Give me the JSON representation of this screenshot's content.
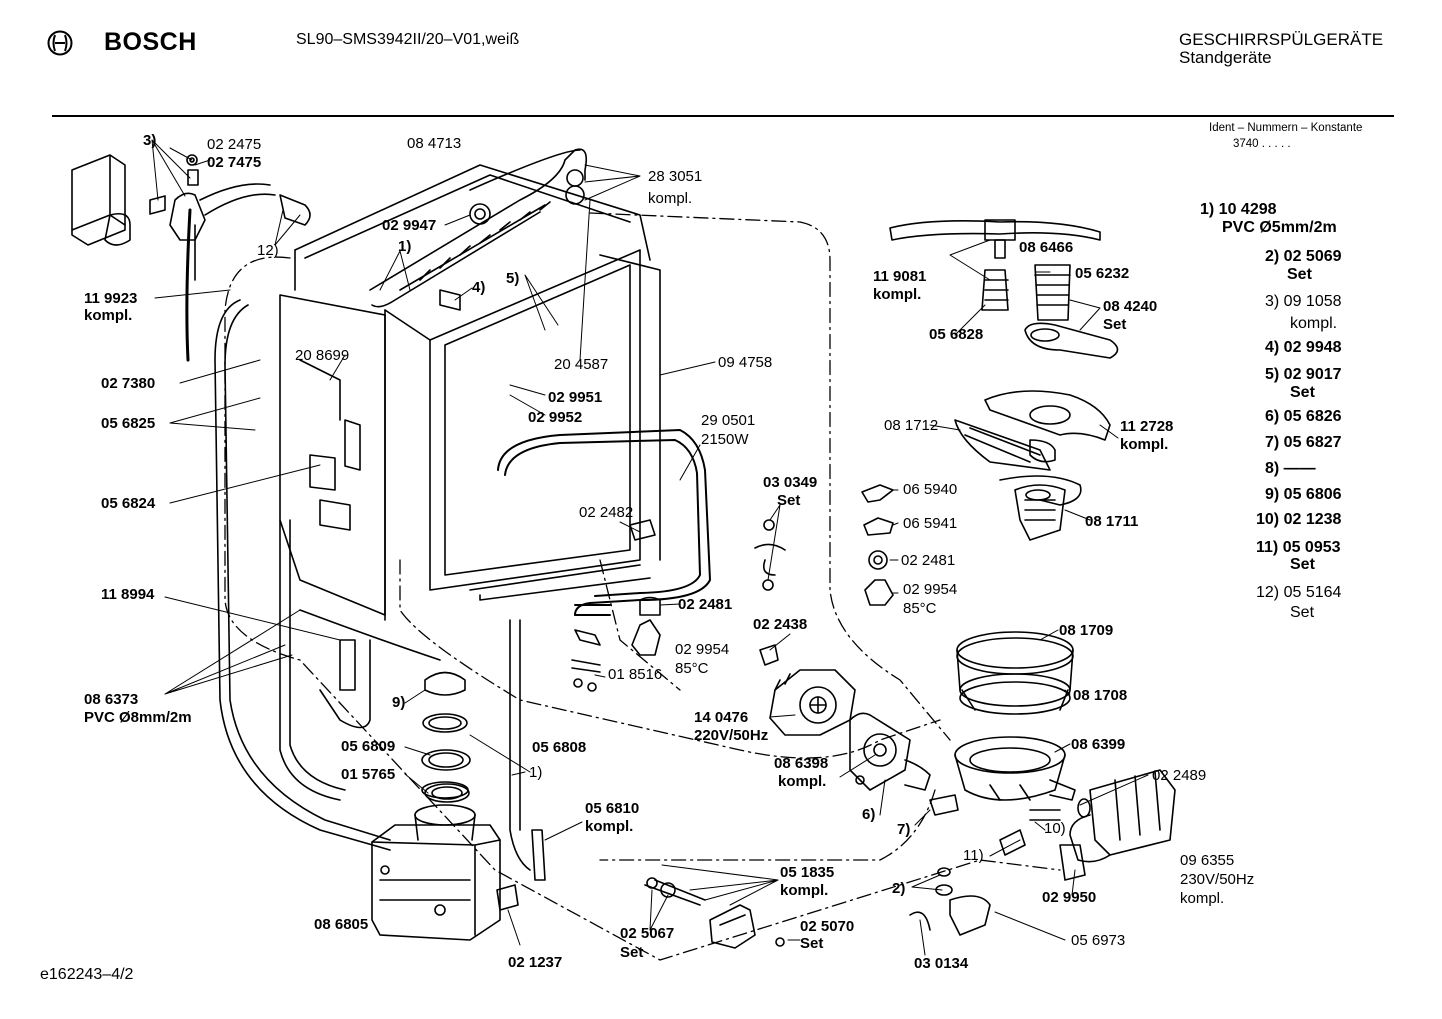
{
  "header": {
    "brand": "BOSCH",
    "model": "SL90–SMS3942II/20–V01,weiß",
    "category_line1": "GESCHIRRSPÜLGERÄTE",
    "category_line2": "Standgeräte",
    "ident_title": "Ident – Nummern – Konstante",
    "ident_value": "3740  .  .   .  .  ."
  },
  "footer": {
    "doc_id": "e162243–4/2"
  },
  "legend": [
    {
      "key": "1)",
      "part": "10 4298",
      "desc": "PVC Ø5mm/2m",
      "bold": true
    },
    {
      "key": "2)",
      "part": "02 5069",
      "desc": "Set",
      "bold": true
    },
    {
      "key": "3)",
      "part": "09 1058",
      "desc": "kompl.",
      "bold": false
    },
    {
      "key": "4)",
      "part": "02 9948",
      "desc": "",
      "bold": true
    },
    {
      "key": "5)",
      "part": "02 9017",
      "desc": "Set",
      "bold": true
    },
    {
      "key": "6)",
      "part": "05 6826",
      "desc": "",
      "bold": true
    },
    {
      "key": "7)",
      "part": "05 6827",
      "desc": "",
      "bold": true
    },
    {
      "key": "8)",
      "part": "——",
      "desc": "",
      "bold": true
    },
    {
      "key": "9)",
      "part": "05 6806",
      "desc": "",
      "bold": true
    },
    {
      "key": "10)",
      "part": "02 1238",
      "desc": "",
      "bold": true
    },
    {
      "key": "11)",
      "part": "05 0953",
      "desc": "Set",
      "bold": true
    },
    {
      "key": "12)",
      "part": "05 5164",
      "desc": "Set",
      "bold": false
    }
  ],
  "callouts": [
    {
      "id": "c3",
      "text": "3)",
      "bold": true
    },
    {
      "id": "c022475",
      "text": "02 2475",
      "bold": false
    },
    {
      "id": "c027475",
      "text": "02 7475",
      "bold": true
    },
    {
      "id": "c12",
      "text": "12)",
      "bold": false
    },
    {
      "id": "c084713",
      "text": "08 4713",
      "bold": false
    },
    {
      "id": "c283051a",
      "text": "28 3051",
      "bold": false
    },
    {
      "id": "c283051b",
      "text": "kompl.",
      "bold": false
    },
    {
      "id": "c029947",
      "text": "02 9947",
      "bold": true
    },
    {
      "id": "c1top",
      "text": "1)",
      "bold": true
    },
    {
      "id": "c4",
      "text": "4)",
      "bold": true
    },
    {
      "id": "c5",
      "text": "5)",
      "bold": true
    },
    {
      "id": "c119923a",
      "text": "11 9923",
      "bold": true
    },
    {
      "id": "c119923b",
      "text": "kompl.",
      "bold": true
    },
    {
      "id": "c208699",
      "text": "20 8699",
      "bold": false
    },
    {
      "id": "c204587",
      "text": "20 4587",
      "bold": false
    },
    {
      "id": "c094758",
      "text": "09 4758",
      "bold": false
    },
    {
      "id": "c027380",
      "text": "02 7380",
      "bold": true
    },
    {
      "id": "c029951",
      "text": "02 9951",
      "bold": true
    },
    {
      "id": "c029952",
      "text": "02 9952",
      "bold": true
    },
    {
      "id": "c056825",
      "text": "05 6825",
      "bold": true
    },
    {
      "id": "c290501a",
      "text": "29 0501",
      "bold": false
    },
    {
      "id": "c290501b",
      "text": "2150W",
      "bold": false
    },
    {
      "id": "c056824",
      "text": "05 6824",
      "bold": true
    },
    {
      "id": "c030349a",
      "text": "03 0349",
      "bold": true
    },
    {
      "id": "c030349b",
      "text": "Set",
      "bold": true
    },
    {
      "id": "c022482",
      "text": "02 2482",
      "bold": false
    },
    {
      "id": "c118994",
      "text": "11 8994",
      "bold": true
    },
    {
      "id": "c022481a",
      "text": "02 2481",
      "bold": true
    },
    {
      "id": "c022438",
      "text": "02 2438",
      "bold": true
    },
    {
      "id": "c029954a",
      "text": "02 9954",
      "bold": false
    },
    {
      "id": "c85a",
      "text": "85°C",
      "bold": false
    },
    {
      "id": "c086373a",
      "text": "08 6373",
      "bold": true
    },
    {
      "id": "c086373b",
      "text": "PVC Ø8mm/2m",
      "bold": true
    },
    {
      "id": "c018516",
      "text": "01 8516",
      "bold": false
    },
    {
      "id": "c9",
      "text": "9)",
      "bold": true
    },
    {
      "id": "c140476a",
      "text": "14 0476",
      "bold": true
    },
    {
      "id": "c140476b",
      "text": "220V/50Hz",
      "bold": true
    },
    {
      "id": "c056809",
      "text": "05 6809",
      "bold": true
    },
    {
      "id": "c056808",
      "text": "05 6808",
      "bold": true
    },
    {
      "id": "c015765",
      "text": "01 5765",
      "bold": true
    },
    {
      "id": "c1mid",
      "text": "1)",
      "bold": false
    },
    {
      "id": "c086398a",
      "text": "08 6398",
      "bold": true
    },
    {
      "id": "c086398b",
      "text": "kompl.",
      "bold": true
    },
    {
      "id": "c056810a",
      "text": "05 6810",
      "bold": true
    },
    {
      "id": "c056810b",
      "text": "kompl.",
      "bold": true
    },
    {
      "id": "c6",
      "text": "6)",
      "bold": true
    },
    {
      "id": "c7",
      "text": "7)",
      "bold": true
    },
    {
      "id": "c051835a",
      "text": "05 1835",
      "bold": true
    },
    {
      "id": "c051835b",
      "text": "kompl.",
      "bold": true
    },
    {
      "id": "c086805",
      "text": "08 6805",
      "bold": true
    },
    {
      "id": "c025067a",
      "text": "02 5067",
      "bold": true
    },
    {
      "id": "c025067b",
      "text": "Set",
      "bold": true
    },
    {
      "id": "c025070a",
      "text": "02 5070",
      "bold": true
    },
    {
      "id": "c025070b",
      "text": "Set",
      "bold": true
    },
    {
      "id": "c021237",
      "text": "02 1237",
      "bold": true
    },
    {
      "id": "c2",
      "text": "2)",
      "bold": true
    },
    {
      "id": "c030134",
      "text": "03 0134",
      "bold": true
    },
    {
      "id": "c086466",
      "text": "08 6466",
      "bold": true
    },
    {
      "id": "c119081a",
      "text": "11 9081",
      "bold": true
    },
    {
      "id": "c119081b",
      "text": "kompl.",
      "bold": true
    },
    {
      "id": "c056232",
      "text": "05 6232",
      "bold": true
    },
    {
      "id": "c084240a",
      "text": "08 4240",
      "bold": true
    },
    {
      "id": "c084240b",
      "text": "Set",
      "bold": true
    },
    {
      "id": "c056828",
      "text": "05 6828",
      "bold": true
    },
    {
      "id": "c081712",
      "text": "08 1712",
      "bold": false
    },
    {
      "id": "c112728a",
      "text": "11 2728",
      "bold": true
    },
    {
      "id": "c112728b",
      "text": "kompl.",
      "bold": true
    },
    {
      "id": "c065940",
      "text": "06 5940",
      "bold": false
    },
    {
      "id": "c065941",
      "text": "06 5941",
      "bold": false
    },
    {
      "id": "c081711",
      "text": "08 1711",
      "bold": true
    },
    {
      "id": "c022481b",
      "text": "02 2481",
      "bold": false
    },
    {
      "id": "c029954b",
      "text": "02 9954",
      "bold": false
    },
    {
      "id": "c85b",
      "text": "85°C",
      "bold": false
    },
    {
      "id": "c081709",
      "text": "08 1709",
      "bold": true
    },
    {
      "id": "c081708",
      "text": "08 1708",
      "bold": true
    },
    {
      "id": "c086399",
      "text": "08 6399",
      "bold": true
    },
    {
      "id": "c022489",
      "text": "02 2489",
      "bold": false
    },
    {
      "id": "c10",
      "text": "10)",
      "bold": false
    },
    {
      "id": "c11",
      "text": "11)",
      "bold": false
    },
    {
      "id": "c096355a",
      "text": "09 6355",
      "bold": false
    },
    {
      "id": "c096355b",
      "text": "230V/50Hz",
      "bold": false
    },
    {
      "id": "c096355c",
      "text": "kompl.",
      "bold": false
    },
    {
      "id": "c029950",
      "text": "02 9950",
      "bold": true
    },
    {
      "id": "c056973",
      "text": "05 6973",
      "bold": false
    }
  ]
}
